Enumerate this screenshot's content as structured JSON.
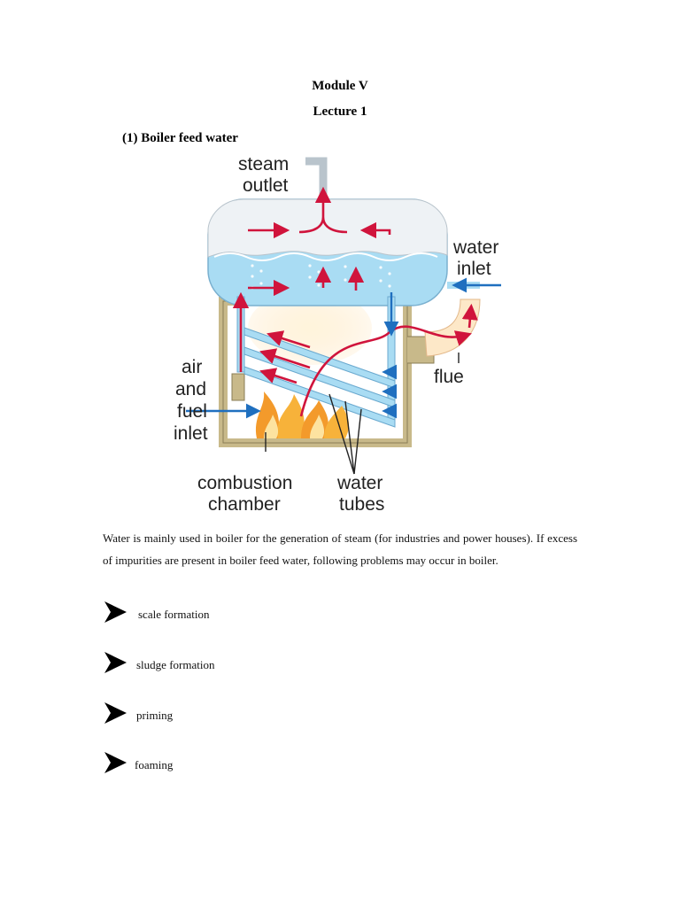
{
  "header": {
    "module": "Module V",
    "lecture": "Lecture 1",
    "section": "(1) Boiler feed water"
  },
  "diagram": {
    "labels": {
      "steam": "steam",
      "outlet": "outlet",
      "water_inlet_1": "water",
      "water_inlet_2": "inlet",
      "flue": "flue",
      "air": "air",
      "and": "and",
      "fuel": "fuel",
      "inlet": "inlet",
      "combustion": "combustion",
      "chamber": "chamber",
      "water_tubes_1": "water",
      "water_tubes_2": "tubes"
    },
    "colors": {
      "hot_arrow": "#d0143c",
      "cold_arrow": "#1f6fbf",
      "water": "#a9dcf3",
      "casing": "#c8b98a"
    }
  },
  "paragraph": "Water is mainly used in boiler for the generation of steam (for industries and power houses). If excess of impurities are present in boiler feed water, following problems may occur in boiler.",
  "problems": [
    "scale formation",
    "sludge formation",
    "priming",
    "foaming"
  ]
}
